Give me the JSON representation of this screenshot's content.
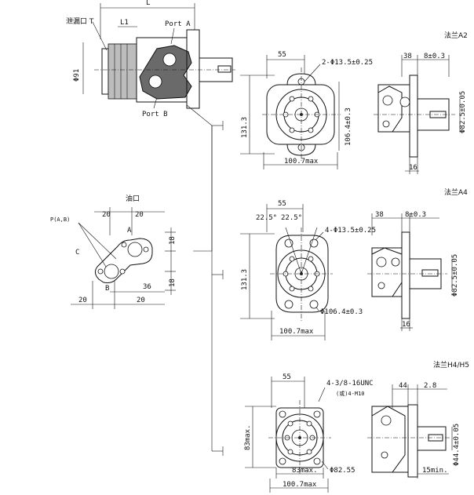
{
  "motor": {
    "L": "L",
    "L1": "L1",
    "outlet_label": "泄漏口 T",
    "port_a": "Port A",
    "port_b": "Port B",
    "dia91": "Φ91"
  },
  "oil_port": {
    "title": "油口",
    "p_label": "P(A,B)",
    "a": "A",
    "b": "B",
    "c": "C",
    "d20a": "20",
    "d20b": "20",
    "d18a": "18",
    "d18b": "18",
    "d36": "36",
    "d20c": "20",
    "d20d": "20"
  },
  "flange_a2": {
    "title": "法兰A2",
    "d55": "55",
    "holes": "2-Φ13.5±0.25",
    "pcd": "106.4±0.3",
    "h131": "131.3",
    "w100": "100.7max",
    "d38": "38",
    "d8": "8±0.3",
    "d82": "Φ82.5±0.05",
    "d16": "16"
  },
  "flange_a4": {
    "title": "法兰A4",
    "d55": "55",
    "ang1": "22.5°",
    "ang2": "22.5°",
    "holes": "4-Φ13.5±0.25",
    "h131": "131.3",
    "pcd": "Φ106.4±0.3",
    "w100": "100.7max",
    "d38": "38",
    "d8": "8±0.3",
    "d82": "Φ82.5±0.05",
    "d16": "16"
  },
  "flange_h4h5": {
    "title": "法兰H4/H5",
    "d55": "55",
    "holes": "4-3/8-16UNC",
    "holes2": "(或)4-M10",
    "h83": "83max.",
    "w83": "83max.",
    "d82": "Φ82.55",
    "w100": "100.7max",
    "d44": "44",
    "d28": "2.8",
    "d44s": "Φ44.4±0.05",
    "d15": "15min."
  }
}
